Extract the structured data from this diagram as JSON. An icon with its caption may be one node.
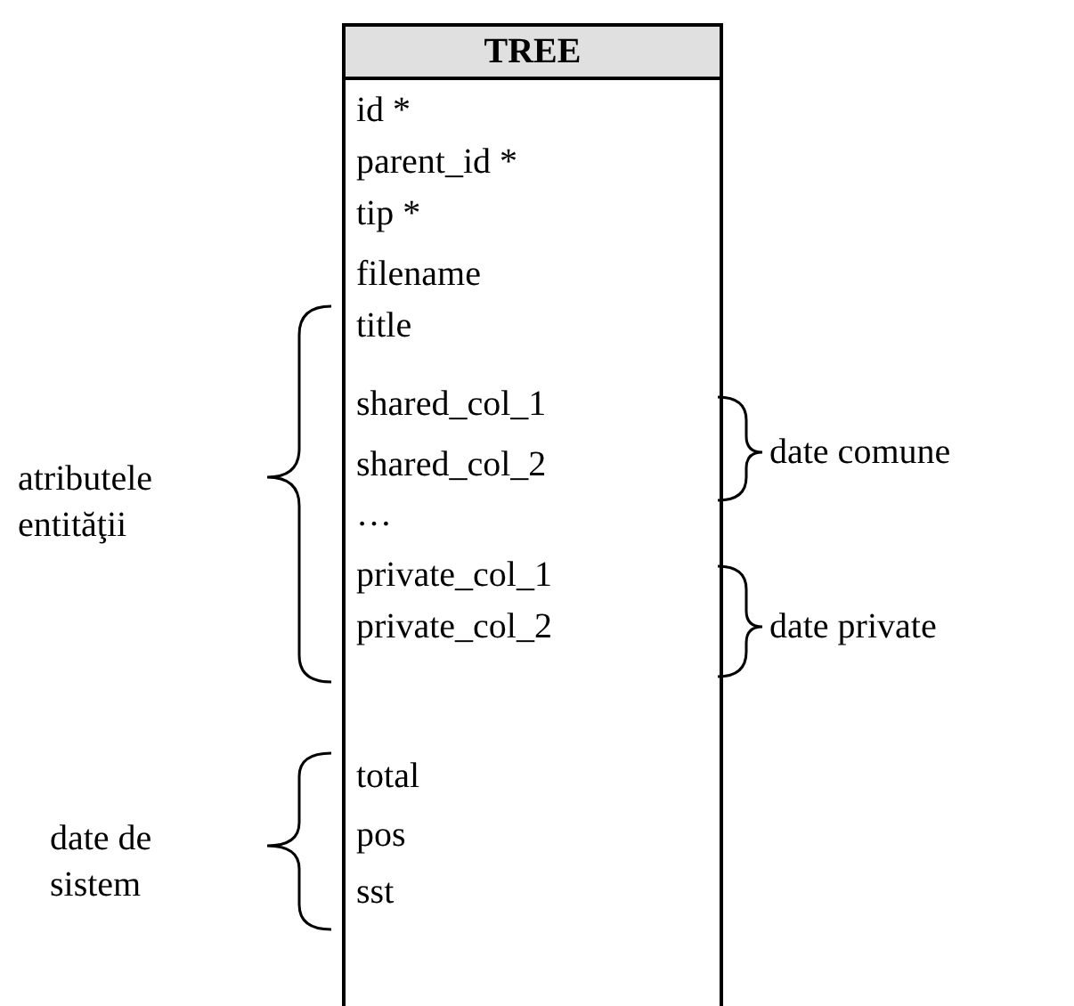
{
  "diagram": {
    "nodes": [
      {
        "text": [
          "TREE",
          "id *",
          "parent_id *",
          "tip *",
          "filename",
          "title",
          "shared_col_1",
          "shared_col_2",
          "…",
          "private_col_1",
          "private_col_2",
          "total",
          "pos",
          "sst"
        ]
      }
    ],
    "labels": [
      "atributele entităţii",
      "date comune",
      "date private",
      "date de sistem"
    ]
  }
}
